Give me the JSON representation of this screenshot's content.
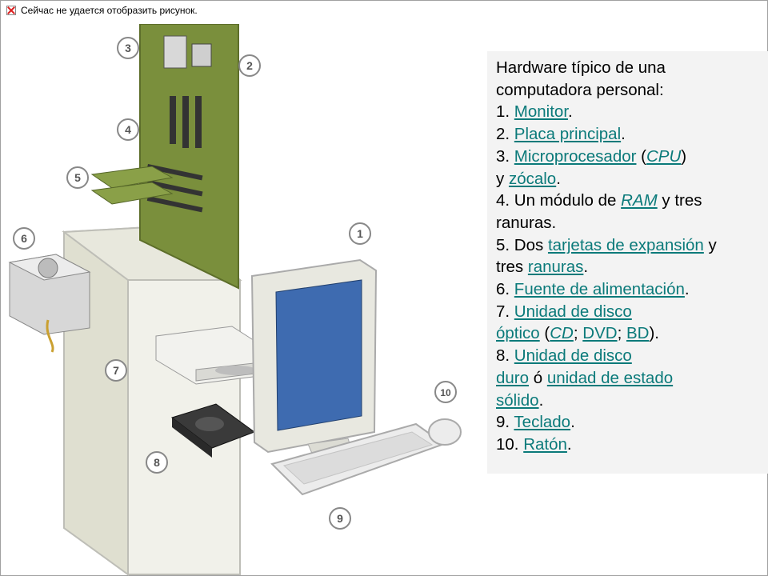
{
  "broken_image": {
    "alt_text": "Сейчас не удается отобразить рисунок.",
    "icon": "broken-image-icon"
  },
  "illustration": {
    "callouts": [
      "1",
      "2",
      "3",
      "4",
      "5",
      "6",
      "7",
      "8",
      "9",
      "10"
    ]
  },
  "caption": {
    "title_line1": "Hardware típico de una",
    "title_line2": "computadora personal:",
    "item1_num": "1. ",
    "item1_link": "Monitor",
    "item1_end": ".",
    "item2_num": "2. ",
    "item2_link": "Placa principal",
    "item2_end": ".",
    "item3_num": "3. ",
    "item3_link": "Microprocesador",
    "item3_mid": " (",
    "item3_link2": "CPU",
    "item3_end": ")",
    "item3b_pre": "y ",
    "item3b_link": "zócalo",
    "item3b_end": ".",
    "item4_pre": "4. Un módulo de ",
    "item4_link": "RAM",
    "item4_end": " y tres",
    "item4b": "ranuras.",
    "item5_pre": "5. Dos ",
    "item5_link": "tarjetas de expansión",
    "item5_end": " y",
    "item5b_pre": "tres ",
    "item5b_link": "ranuras",
    "item5b_end": ".",
    "item6_num": "6. ",
    "item6_link": "Fuente de alimentación",
    "item6_end": ".",
    "item7_num": "7. ",
    "item7_link": "Unidad de disco",
    "item7b_link": "óptico",
    "item7b_mid1": " (",
    "item7b_cd": "CD",
    "item7b_mid2": "; ",
    "item7b_dvd": "DVD",
    "item7b_mid3": "; ",
    "item7b_bd": "BD",
    "item7b_end": ").",
    "item8_num": "8. ",
    "item8_link": "Unidad de disco",
    "item8b_link": "duro",
    "item8b_mid": " ó ",
    "item8b_link2": "unidad de estado",
    "item8c_link": "sólido",
    "item8c_end": ".",
    "item9_num": "9. ",
    "item9_link": "Teclado",
    "item9_end": ".",
    "item10_num": "10. ",
    "item10_link": "Ratón",
    "item10_end": "."
  }
}
